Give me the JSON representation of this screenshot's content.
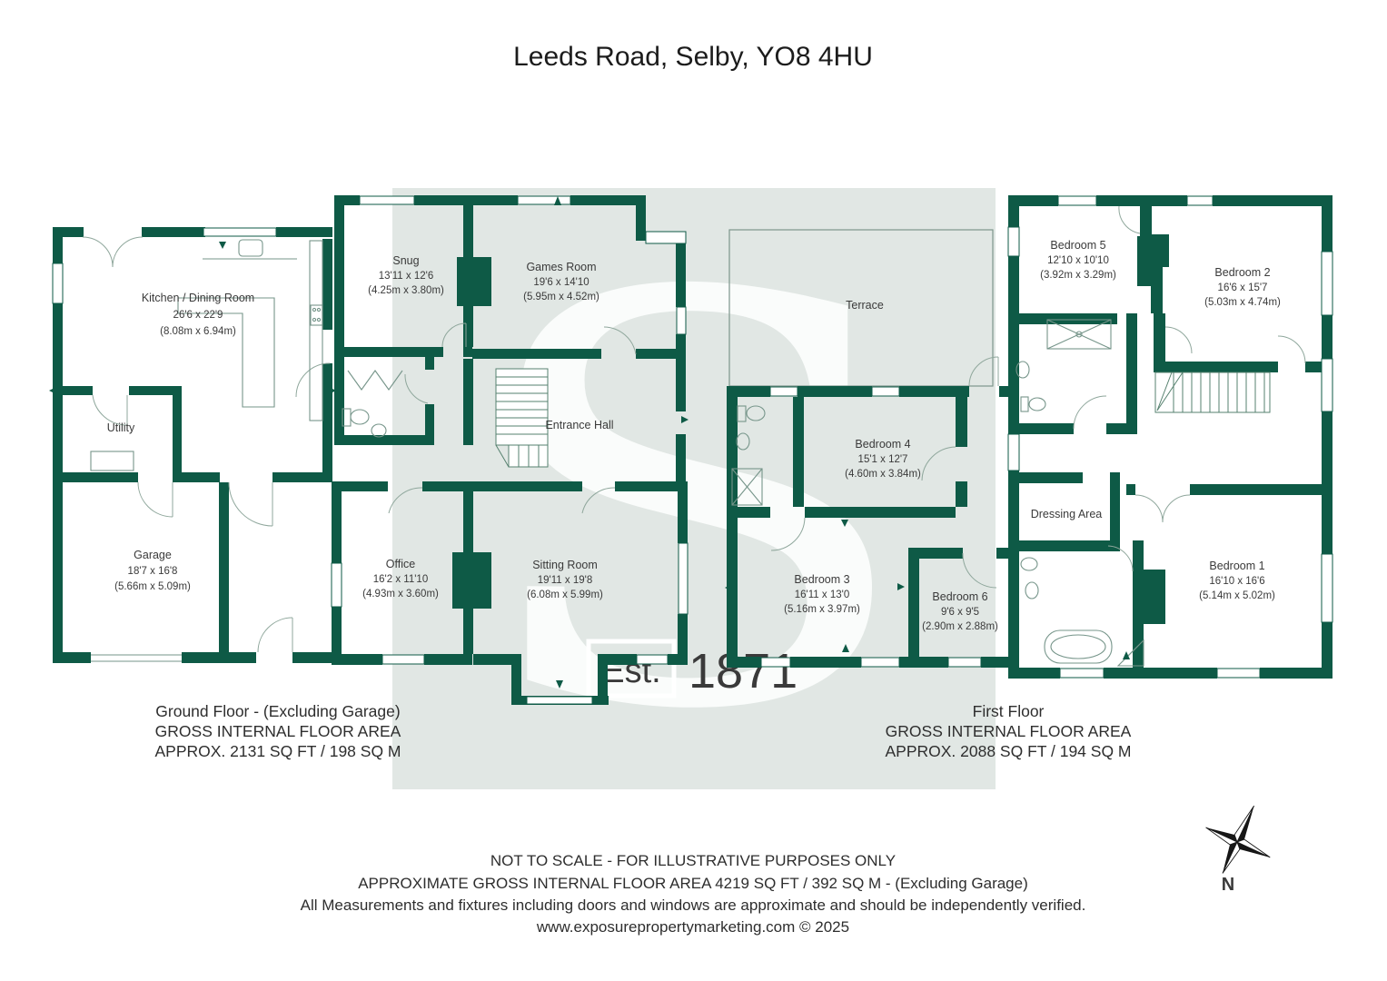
{
  "title": "Leeds Road, Selby, YO8 4HU",
  "colors": {
    "wall": "#0e5a46",
    "band": "#e1e7e4",
    "accent_text": "#3a3a3a"
  },
  "watermark": {
    "letter": "S",
    "est_label": "Est.",
    "year": "1871"
  },
  "compass": {
    "north_label": "N"
  },
  "ground_floor": {
    "caption": [
      "Ground Floor - (Excluding Garage)",
      "GROSS INTERNAL FLOOR AREA",
      "APPROX. 2131 SQ FT / 198 SQ M"
    ],
    "rooms": {
      "kitchen": {
        "name": "Kitchen / Dining Room",
        "ft": "26'6 x 22'9",
        "m": "(8.08m x 6.94m)"
      },
      "utility": {
        "name": "Utility"
      },
      "garage": {
        "name": "Garage",
        "ft": "18'7 x 16'8",
        "m": "(5.66m x 5.09m)"
      },
      "snug": {
        "name": "Snug",
        "ft": "13'11 x 12'6",
        "m": "(4.25m x 3.80m)"
      },
      "games_room": {
        "name": "Games Room",
        "ft": "19'6 x 14'10",
        "m": "(5.95m x 4.52m)"
      },
      "entrance_hall": {
        "name": "Entrance Hall"
      },
      "office": {
        "name": "Office",
        "ft": "16'2 x 11'10",
        "m": "(4.93m x 3.60m)"
      },
      "sitting_room": {
        "name": "Sitting Room",
        "ft": "19'11 x 19'8",
        "m": "(6.08m x 5.99m)"
      }
    }
  },
  "first_floor": {
    "caption": [
      "First Floor",
      "GROSS INTERNAL FLOOR AREA",
      "APPROX. 2088 SQ FT / 194 SQ M"
    ],
    "rooms": {
      "terrace": {
        "name": "Terrace"
      },
      "bedroom_4": {
        "name": "Bedroom 4",
        "ft": "15'1 x 12'7",
        "m": "(4.60m x 3.84m)"
      },
      "bedroom_3": {
        "name": "Bedroom 3",
        "ft": "16'11 x 13'0",
        "m": "(5.16m x 3.97m)"
      },
      "bedroom_6": {
        "name": "Bedroom 6",
        "ft": "9'6 x 9'5",
        "m": "(2.90m x 2.88m)"
      },
      "bedroom_5": {
        "name": "Bedroom 5",
        "ft": "12'10 x 10'10",
        "m": "(3.92m x 3.29m)"
      },
      "bedroom_2": {
        "name": "Bedroom 2",
        "ft": "16'6 x 15'7",
        "m": "(5.03m x 4.74m)"
      },
      "dressing_area": {
        "name": "Dressing Area"
      },
      "bedroom_1": {
        "name": "Bedroom 1",
        "ft": "16'10 x 16'6",
        "m": "(5.14m x 5.02m)"
      }
    }
  },
  "footer": {
    "line1": "NOT TO SCALE - FOR ILLUSTRATIVE PURPOSES ONLY",
    "line2": "APPROXIMATE GROSS INTERNAL FLOOR AREA 4219 SQ FT / 392 SQ M - (Excluding Garage)",
    "line3": "All Measurements and fixtures including doors and windows are approximate and should be independently verified.",
    "line4": "www.exposurepropertymarketing.com © 2025"
  }
}
